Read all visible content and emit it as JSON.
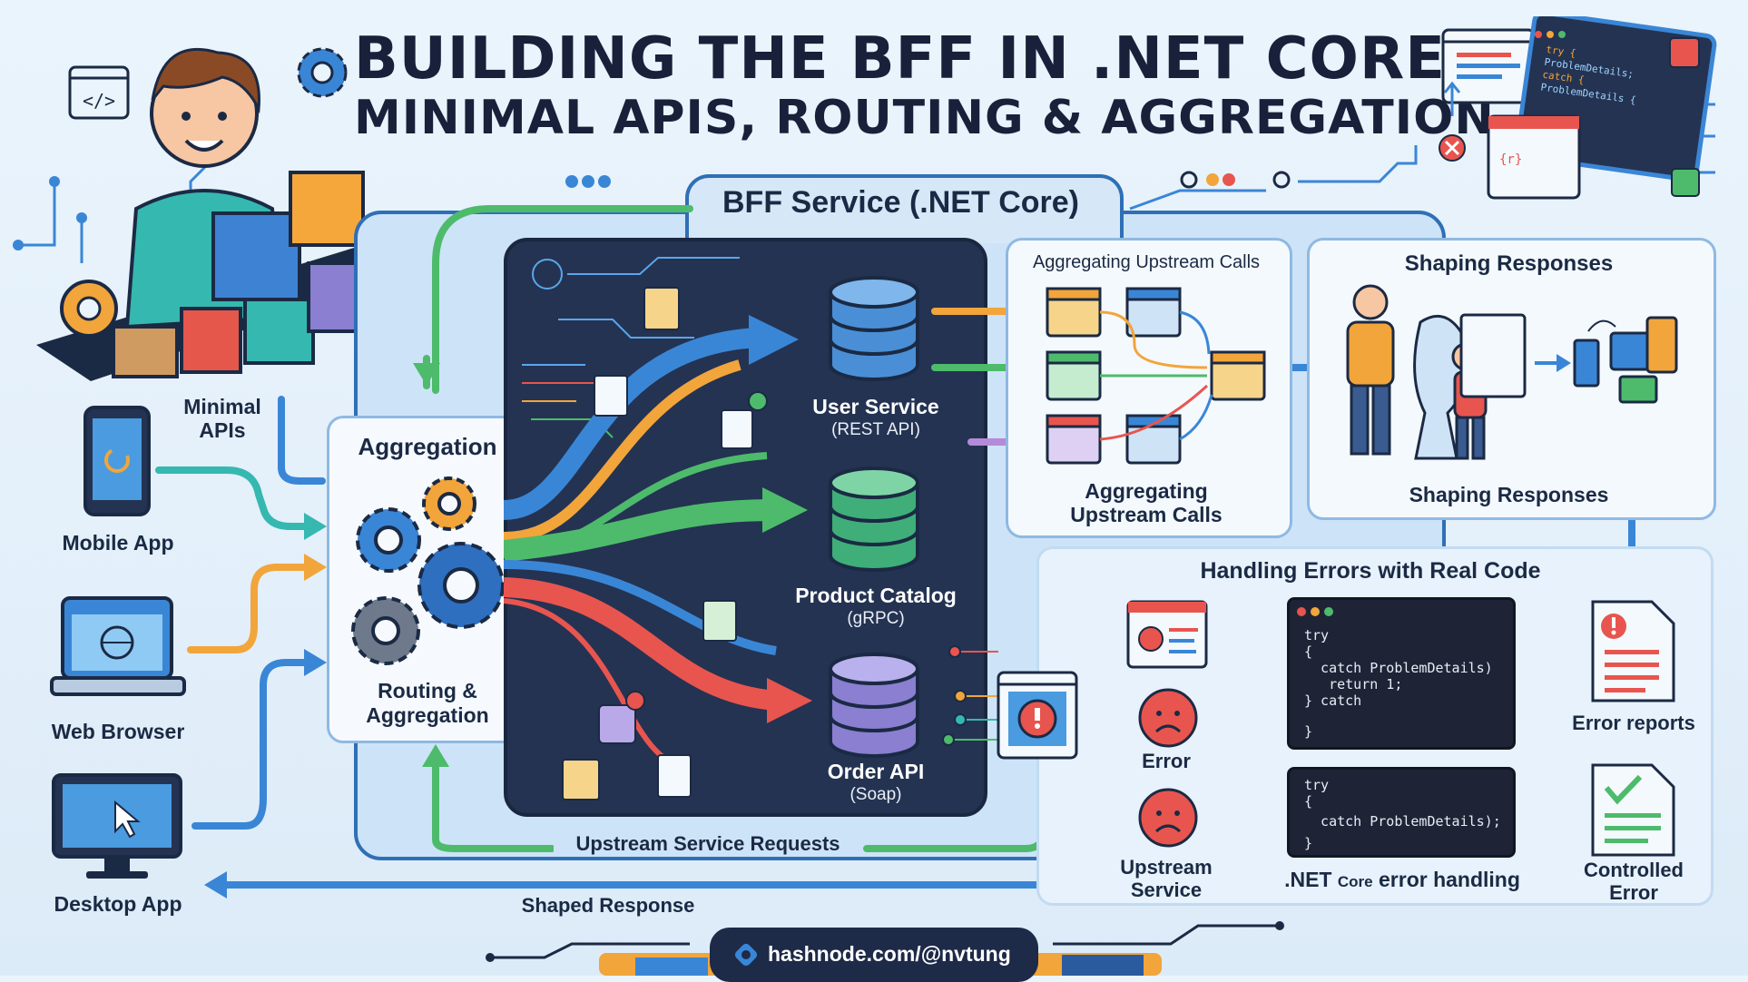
{
  "title": {
    "line1": "BUILDING THE BFF IN .NET CORE:",
    "line2": "MINIMAL APIS, ROUTING & AGGREGATION"
  },
  "clients": [
    {
      "label": "Mobile App",
      "icon": "mobile-icon"
    },
    {
      "label": "Web Browser",
      "icon": "laptop-icon"
    },
    {
      "label": "Desktop App",
      "icon": "desktop-icon"
    }
  ],
  "minimal_apis_label": "Minimal\nAPIs",
  "bff": {
    "title": "BFF Service (.NET Core)",
    "aggregation_title": "Aggregation",
    "aggregation_caption": "Routing &\nAggregation",
    "services": [
      {
        "name": "User Service",
        "protocol": "(REST API)",
        "color": "#4a8fd6"
      },
      {
        "name": "Product Catalog",
        "protocol": "(gRPC)",
        "color": "#3fae78"
      },
      {
        "name": "Order API",
        "protocol": "(Soap)",
        "color": "#8a7fd0"
      }
    ],
    "upstream_requests_label": "Upstream Service Requests",
    "shaped_response_label": "Shaped Response"
  },
  "aggregating": {
    "title": "Aggregating Upstream Calls",
    "caption": "Aggregating\nUpstream Calls"
  },
  "shaping": {
    "title": "Shaping Responses",
    "caption": "Shaping Responses"
  },
  "errors": {
    "title": "Handling Errors with Real Code",
    "error_label": "Error",
    "upstream_label": "Upstream\nService",
    "code1": {
      "l1": "try",
      "l2": "{",
      "l3": "  catch ProblemDetails)",
      "l4": "   return 1;",
      "l5": "} catch",
      "l6": "}"
    },
    "code2": {
      "l1": "try",
      "l2": "{",
      "l3": "  catch ProblemDetails);",
      "l4": "}"
    },
    "code2_caption_prefix": ".NET ",
    "code2_caption_small": "Core",
    "code2_caption_suffix": " error handling",
    "error_reports_label": "Error reports",
    "controlled_error_label": "Controlled\nError"
  },
  "top_right_code": {
    "l1": "try {",
    "l2": "ProblemDetails;",
    "l3": "catch {",
    "l4": "ProblemDetails {",
    "mini": "{r}"
  },
  "footer": {
    "text": "hashnode.com/@nvtung"
  },
  "colors": {
    "blue": "#3a86d6",
    "green": "#4dbb6b",
    "orange": "#f2a53a",
    "red": "#e8554e",
    "navy": "#243352"
  }
}
